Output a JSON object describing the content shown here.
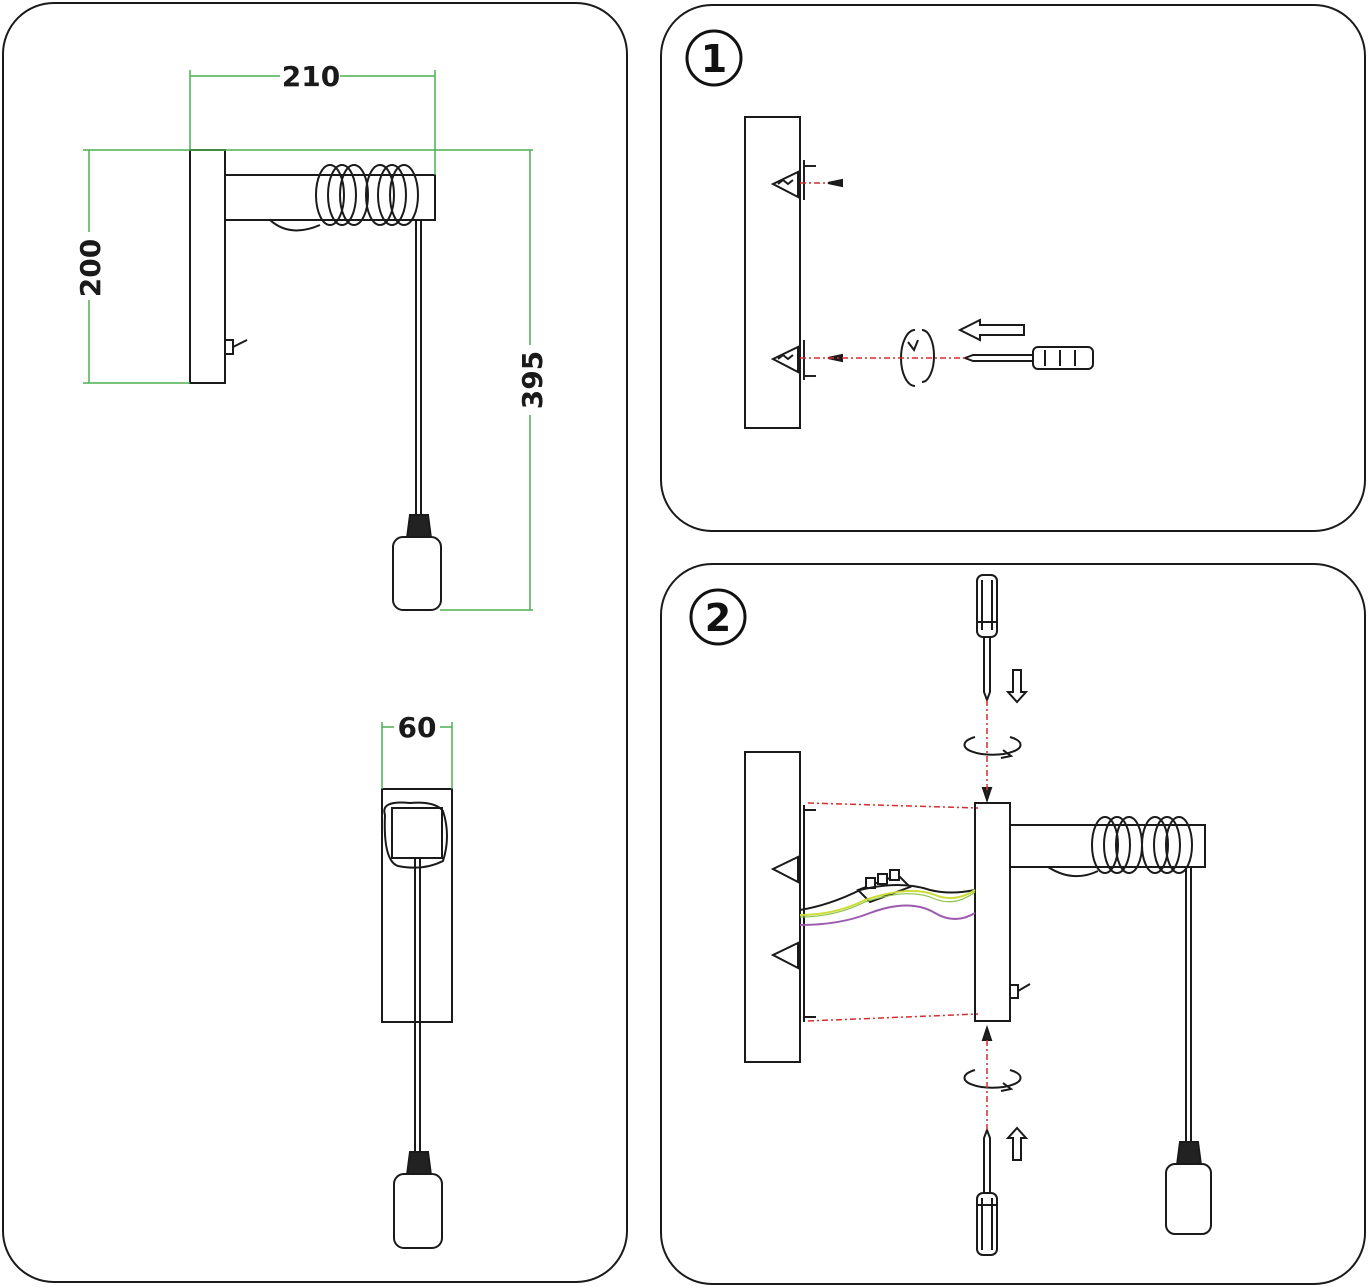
{
  "dimensions": {
    "width_top": "210",
    "height_plate": "200",
    "total_drop": "395",
    "plate_width": "60"
  },
  "steps": [
    {
      "number": "1"
    },
    {
      "number": "2"
    }
  ],
  "colors": {
    "outline": "#1a1a1a",
    "dimension_line": "#4caf50",
    "guide_line": "#d32f2f",
    "wire_green": "#8bc34a",
    "wire_yellow": "#cddc39",
    "wire_purple": "#9c5bb0"
  },
  "icons": [
    "screwdriver-icon",
    "screw-icon",
    "wall-plug-icon",
    "rotate-arrow-icon",
    "direction-arrow-icon",
    "terminal-block-icon",
    "lamp-socket-icon",
    "toggle-switch-icon"
  ]
}
